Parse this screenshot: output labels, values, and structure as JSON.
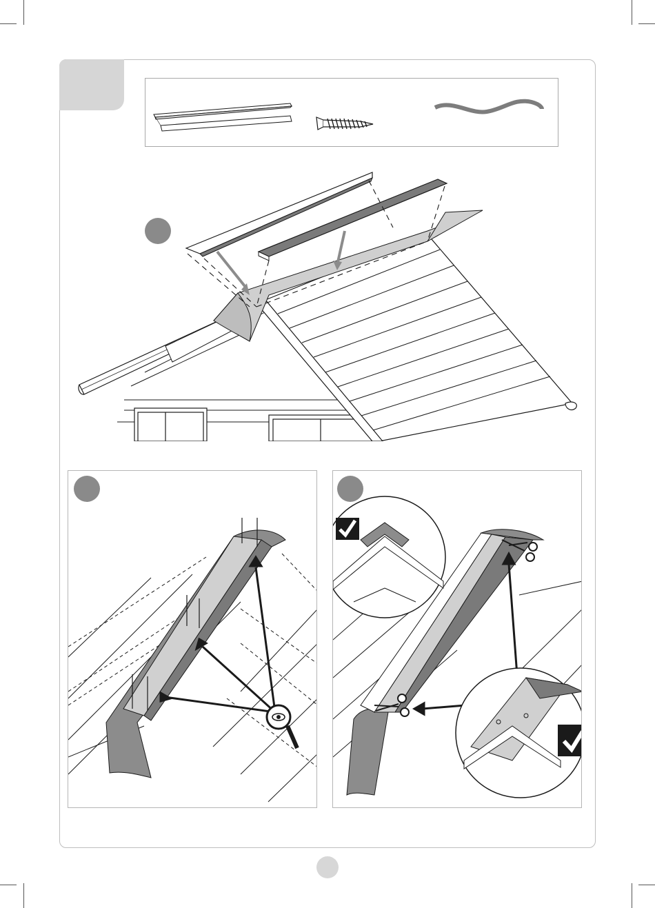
{
  "document": {
    "type": "assembly-instructions",
    "step_label": "",
    "page_number": "",
    "parts": [
      {
        "name": "ridge-trim-pair",
        "icon": "ridge-board-icon"
      },
      {
        "name": "wood-screw",
        "icon": "screw-icon"
      },
      {
        "name": "roofing-felt-strip",
        "icon": "wavy-strip-icon"
      }
    ],
    "substeps": [
      {
        "id": "a",
        "label": ""
      },
      {
        "id": "b",
        "label": ""
      },
      {
        "id": "c",
        "label": ""
      }
    ],
    "colors": {
      "outline": "#1a1a1a",
      "trim_dark": "#7a7a7a",
      "felt_gray": "#8c8c8c",
      "felt_light": "#cfcfcf",
      "badge": "#8a8a8a",
      "tab": "#d6d6d6"
    }
  }
}
